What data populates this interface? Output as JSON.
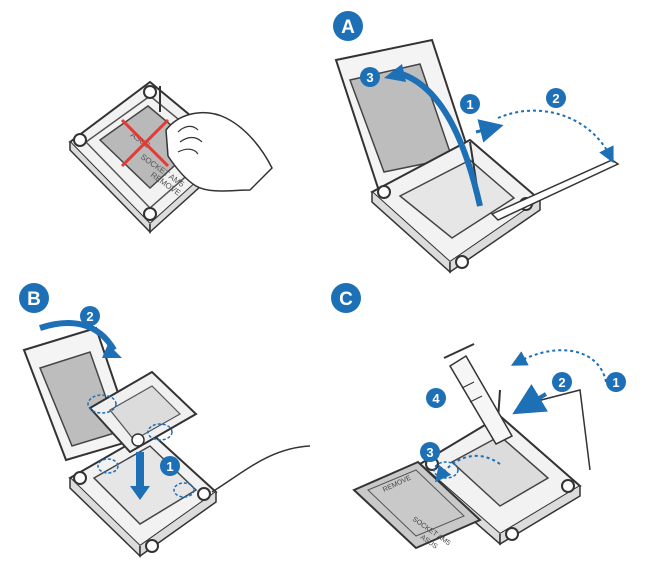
{
  "panels": [
    {
      "id": "remove-cap",
      "badge": "",
      "steps": []
    },
    {
      "id": "A",
      "badge": "A",
      "steps": [
        "1",
        "2",
        "3"
      ]
    },
    {
      "id": "B",
      "badge": "B",
      "steps": [
        "2",
        "1"
      ]
    },
    {
      "id": "C",
      "badge": "C",
      "steps": [
        "1",
        "2",
        "3",
        "4"
      ]
    }
  ],
  "cap_text": [
    "ASUS",
    "SOCKET AM5",
    "REMOVE"
  ],
  "colors": {
    "accent": "#1d6fb6",
    "warning": "#e53935",
    "line": "#333333",
    "grey": "#c9c9c9"
  }
}
